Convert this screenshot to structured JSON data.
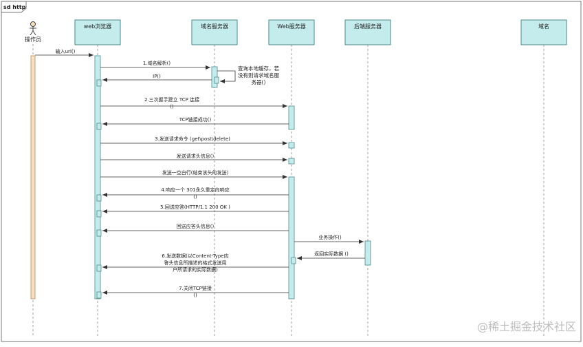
{
  "frame": {
    "title": "sd http"
  },
  "actor": {
    "name": "操作员"
  },
  "participants": {
    "browser": "web浏览器",
    "dns": "域名服务器",
    "web": "Web服务器",
    "backend": "后端服务器",
    "domain": "域名"
  },
  "messages": {
    "m0": "输入url()",
    "m1": "1.域名解析()",
    "m2": "IP()",
    "m3a": "2.三次握手建立 TCP 连接",
    "m3b": "()",
    "m4": "TCP链接成功()",
    "m5": "3.发送请求命令 (get\\post\\delete)",
    "m6": "发送请求头信息()",
    "m7": "发送一空白行(结束该头的发送)",
    "m8a": "4.响应一个 301永久重定向响应",
    "m8b": "()",
    "m9": "5.回送应答(HTTP/1.1 200 OK )",
    "m10": "回送应答头信息()",
    "m11": "业务操作()",
    "m12": "返回实际数据 ()",
    "m13a": "6.发送数据(以Content-Type应",
    "m13b": "答头信息所描述的格式发送用",
    "m13c": "户所请求的实际数据)",
    "m14a": "7.关闭TCP链接",
    "m14b": "()"
  },
  "note": {
    "line1": "查询本地缓存，若",
    "line2": "没有则请求域名服",
    "line3": "务器()"
  },
  "watermark": "@稀土掘金技术社区",
  "colors": {
    "participant_fill": "#c5ecec",
    "participant_stroke": "#4a8a8a",
    "activation_fill": "#c5ecec",
    "actor_activation_fill": "#f7dfc2",
    "line": "#333333"
  }
}
